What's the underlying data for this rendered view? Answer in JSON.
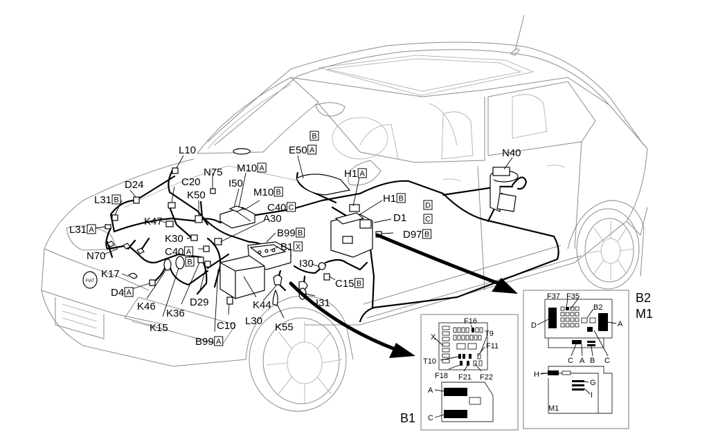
{
  "component_labels": [
    {
      "id": "L10",
      "text": "L10",
      "box": ""
    },
    {
      "id": "N75",
      "text": "N75",
      "box": ""
    },
    {
      "id": "M10A",
      "text": "M10",
      "box": "A"
    },
    {
      "id": "E50-B",
      "text": "",
      "box": "B"
    },
    {
      "id": "E50A",
      "text": "E50",
      "box": "A"
    },
    {
      "id": "C20",
      "text": "C20",
      "box": ""
    },
    {
      "id": "I50",
      "text": "I50",
      "box": ""
    },
    {
      "id": "D24",
      "text": "D24",
      "box": ""
    },
    {
      "id": "K50",
      "text": "K50",
      "box": ""
    },
    {
      "id": "M10B",
      "text": "M10",
      "box": "B"
    },
    {
      "id": "H1A",
      "text": "H1",
      "box": "A"
    },
    {
      "id": "L31B",
      "text": "L31",
      "box": "B"
    },
    {
      "id": "C40C",
      "text": "C40",
      "box": "C"
    },
    {
      "id": "H1B",
      "text": "H1",
      "box": "B"
    },
    {
      "id": "D-box",
      "text": "",
      "box": "D"
    },
    {
      "id": "K47",
      "text": "K47",
      "box": ""
    },
    {
      "id": "A30",
      "text": "A30",
      "box": ""
    },
    {
      "id": "D1",
      "text": "D1",
      "box": ""
    },
    {
      "id": "C-box",
      "text": "",
      "box": "C"
    },
    {
      "id": "L31A",
      "text": "L31",
      "box": "A"
    },
    {
      "id": "B99B",
      "text": "B99",
      "box": "B"
    },
    {
      "id": "D97B",
      "text": "D97",
      "box": "B"
    },
    {
      "id": "K30",
      "text": "K30",
      "box": ""
    },
    {
      "id": "B1X",
      "text": "B1",
      "box": "X"
    },
    {
      "id": "N70",
      "text": "N70",
      "box": ""
    },
    {
      "id": "C40A",
      "text": "C40",
      "box": "A"
    },
    {
      "id": "I30",
      "text": "I30",
      "box": ""
    },
    {
      "id": "B-box",
      "text": "",
      "box": "B"
    },
    {
      "id": "K17",
      "text": "K17",
      "box": ""
    },
    {
      "id": "C15B",
      "text": "C15",
      "box": "B"
    },
    {
      "id": "D4A",
      "text": "D4",
      "box": "A"
    },
    {
      "id": "D29",
      "text": "D29",
      "box": ""
    },
    {
      "id": "I31",
      "text": "I31",
      "box": ""
    },
    {
      "id": "K46",
      "text": "K46",
      "box": ""
    },
    {
      "id": "K36",
      "text": "K36",
      "box": ""
    },
    {
      "id": "K44",
      "text": "K44",
      "box": ""
    },
    {
      "id": "K15",
      "text": "K15",
      "box": ""
    },
    {
      "id": "C10",
      "text": "C10",
      "box": ""
    },
    {
      "id": "L30",
      "text": "L30",
      "box": ""
    },
    {
      "id": "K55",
      "text": "K55",
      "box": ""
    },
    {
      "id": "B99A",
      "text": "B99",
      "box": "A"
    },
    {
      "id": "N40",
      "text": "N40",
      "box": ""
    }
  ],
  "detail_B1": {
    "title": "B1",
    "F16": "F16",
    "X": "X",
    "T9": "T9",
    "F11": "F11",
    "T10": "T10",
    "F18": "F18",
    "F21": "F21",
    "F22": "F22",
    "A": "A",
    "C": "C"
  },
  "detail_B2": {
    "title_B2": "B2",
    "title_M1": "M1",
    "F37": "F37",
    "F35": "F35",
    "B2": "B2",
    "D": "D",
    "A": "A",
    "C1": "C",
    "A2": "A",
    "B": "B",
    "C2": "C",
    "H": "H",
    "G": "G",
    "I": "I",
    "M1": "M1"
  }
}
